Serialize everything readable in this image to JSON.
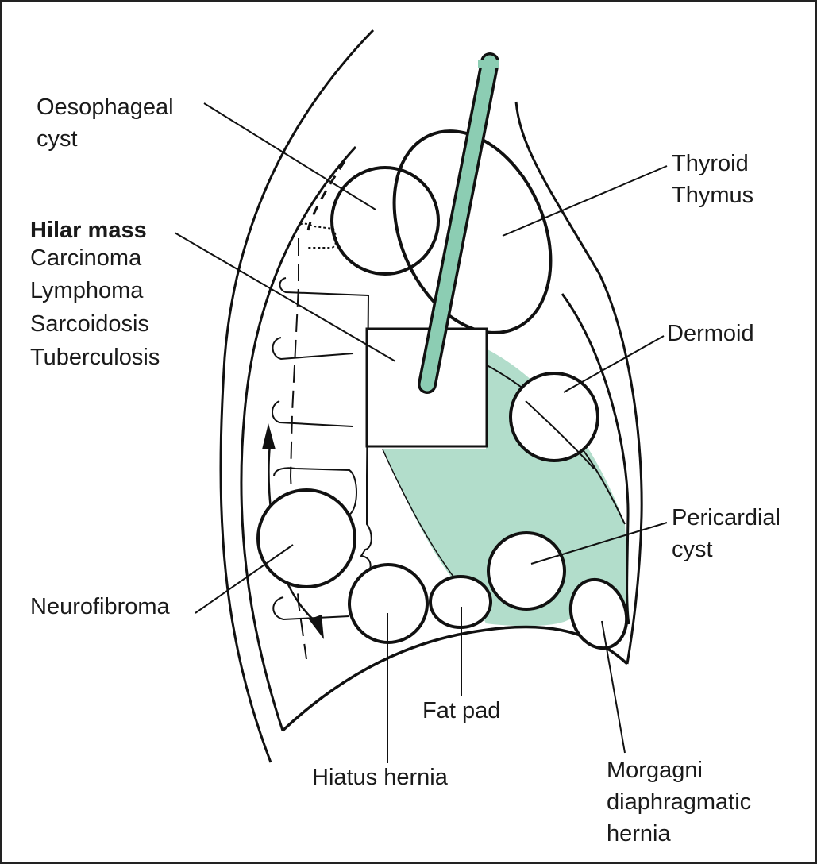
{
  "colors": {
    "background": "#ffffff",
    "ink": "#111111",
    "accent_fill": "#b2ddcb",
    "accent_tube": "#8ccdb3",
    "frame": "#222222"
  },
  "labels": {
    "oesophageal_cyst": [
      "Oesophageal",
      "cyst"
    ],
    "hilar_mass_title": "Hilar mass",
    "hilar_mass_items": [
      "Carcinoma",
      "Lymphoma",
      "Sarcoidosis",
      "Tuberculosis"
    ],
    "thyroid_thymus": [
      "Thyroid",
      "Thymus"
    ],
    "dermoid": "Dermoid",
    "pericardial_cyst": [
      "Pericardial",
      "cyst"
    ],
    "neurofibroma": "Neurofibroma",
    "fat_pad": "Fat pad",
    "hiatus_hernia": "Hiatus hernia",
    "morgagni": [
      "Morgagni",
      "diaphragmatic",
      "hernia"
    ]
  }
}
